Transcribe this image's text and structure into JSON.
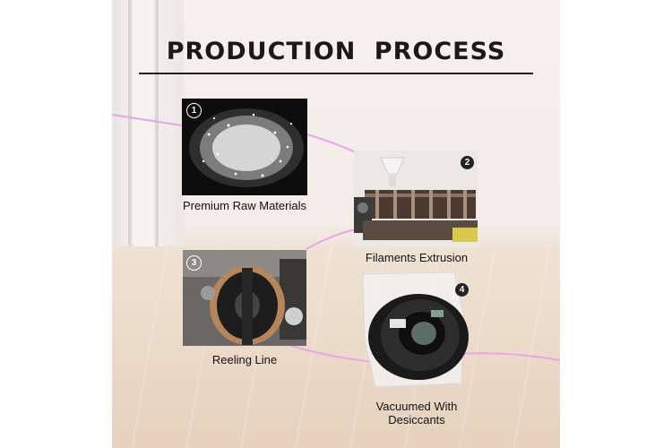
{
  "title": "PRODUCTION  PROCESS",
  "steps": [
    {
      "number": "1",
      "label": "Premium Raw Materials",
      "image": "plastic-granules"
    },
    {
      "number": "2",
      "label": "Filaments Extrusion",
      "image": "extrusion-machine"
    },
    {
      "number": "3",
      "label": "Reeling Line",
      "image": "reeling-machine"
    },
    {
      "number": "4",
      "label_line1": "Vacuumed With",
      "label_line2": "Desiccants",
      "image": "vacuum-sealed-spool"
    }
  ],
  "colors": {
    "title": "#1a1a1a",
    "connector": "#e6a6e8",
    "background": "#f3ece7"
  }
}
